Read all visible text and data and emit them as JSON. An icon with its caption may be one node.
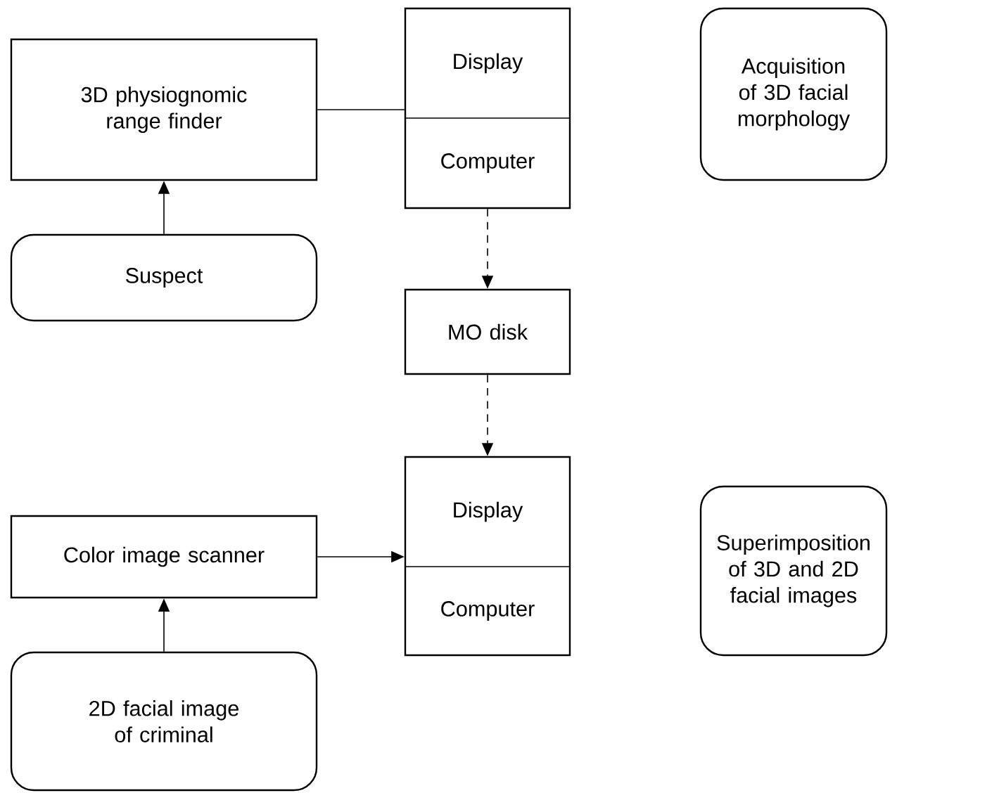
{
  "diagram": {
    "nodes": [
      {
        "text": [
          "3D physiognomic range finder"
        ]
      },
      {
        "text": [
          "Display",
          "Computer"
        ]
      },
      {
        "text": [
          "Acquisition of 3D facial morphology"
        ]
      },
      {
        "text": [
          "Suspect"
        ]
      },
      {
        "text": [
          "MO disk"
        ]
      },
      {
        "text": [
          "Color image scanner"
        ]
      },
      {
        "text": [
          "Display",
          "Computer"
        ]
      },
      {
        "text": [
          "Superimposition of 3D and 2D facial images"
        ]
      },
      {
        "text": [
          "2D facial image of criminal"
        ]
      }
    ],
    "edges": [
      {
        "from": 0,
        "to": 1,
        "arrow": "none"
      },
      {
        "from": 3,
        "to": 0,
        "arrow": "to"
      },
      {
        "from": 1,
        "to": 4,
        "arrow": "to",
        "style": "dashed"
      },
      {
        "from": 4,
        "to": 6,
        "arrow": "to",
        "style": "dashed"
      },
      {
        "from": 5,
        "to": 6,
        "arrow": "to"
      },
      {
        "from": 8,
        "to": 5,
        "arrow": "to"
      }
    ]
  }
}
